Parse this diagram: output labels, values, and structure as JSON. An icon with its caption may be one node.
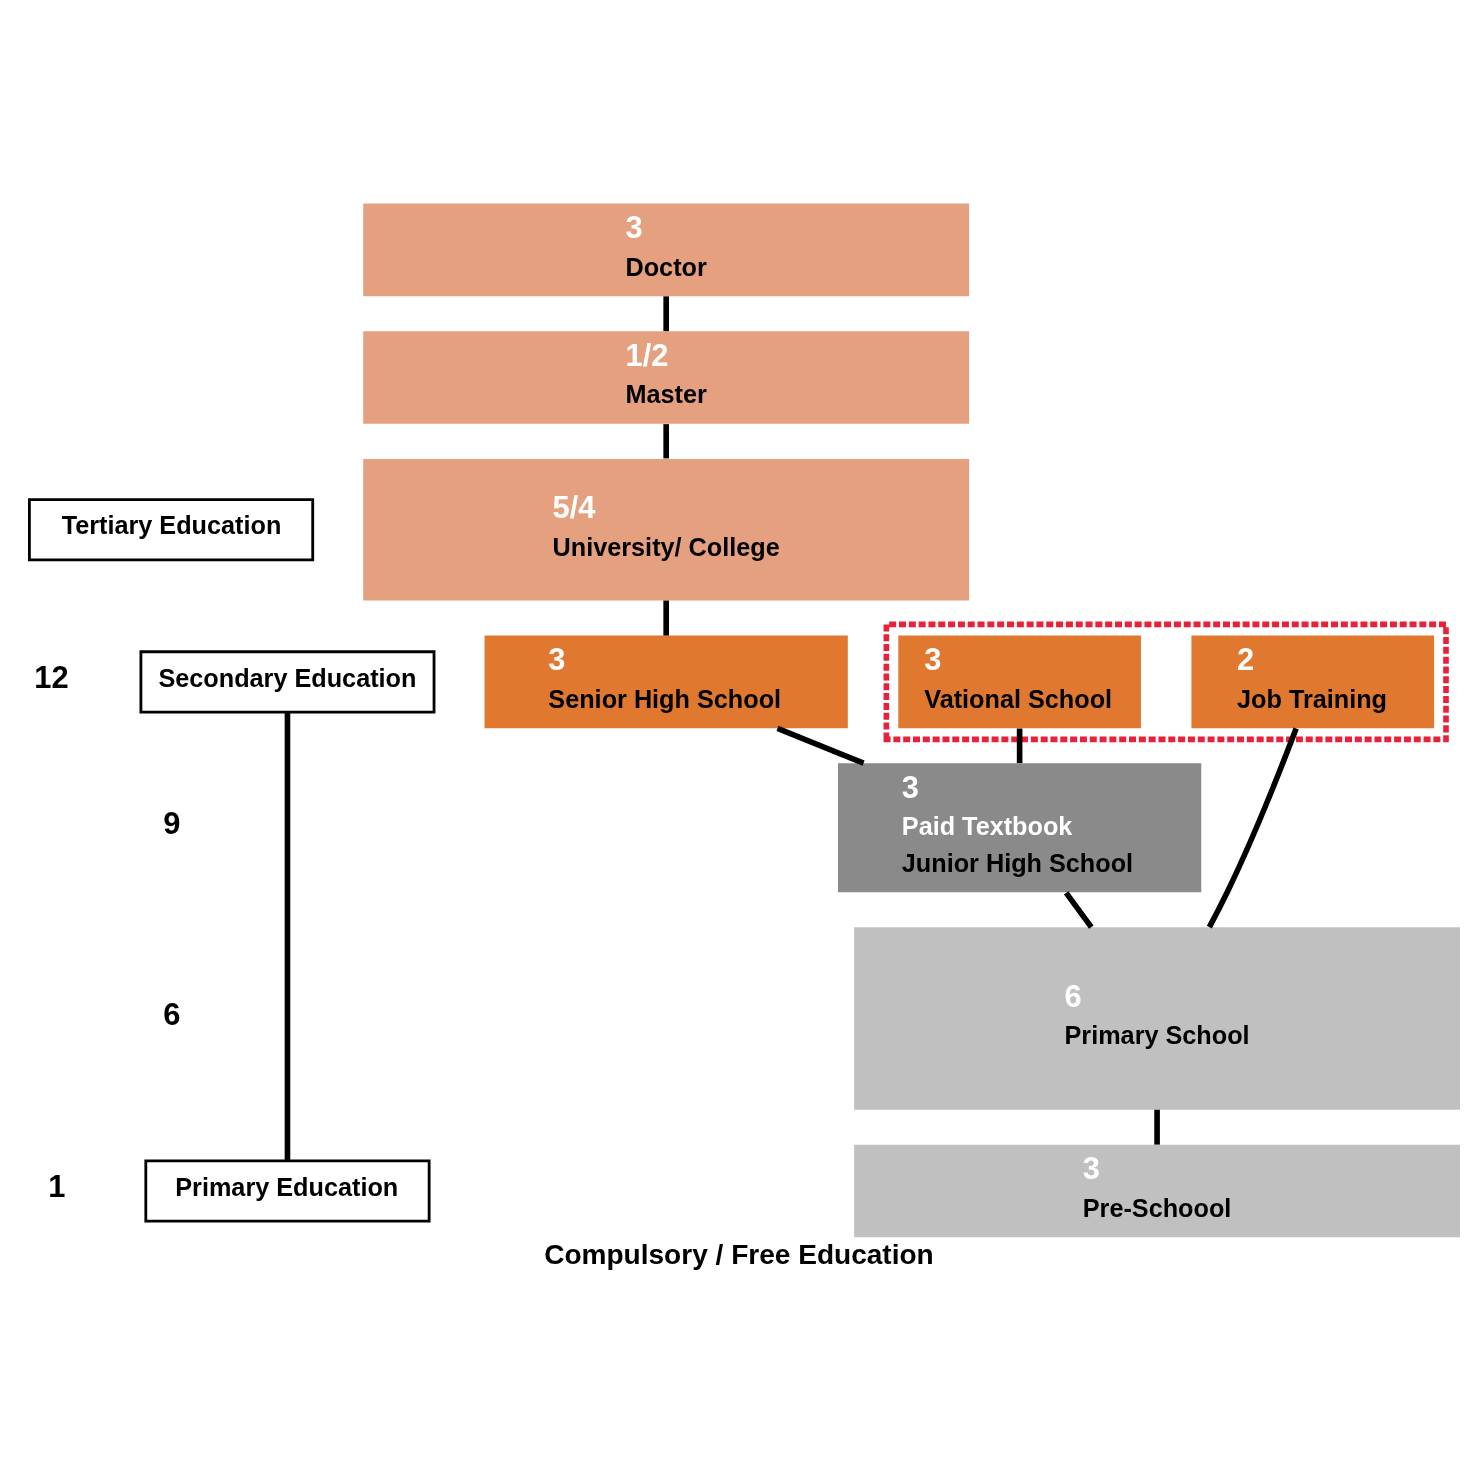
{
  "diagram": {
    "caption": "Compulsory / Free Education",
    "nodes": [
      {
        "text": [
          "3",
          "Doctor"
        ]
      },
      {
        "text": [
          "1/2",
          "Master"
        ]
      },
      {
        "text": [
          "5/4",
          "University/ College"
        ]
      },
      {
        "text": [
          "3",
          "Senior High School"
        ]
      },
      {
        "text": [],
        "shape": "box"
      },
      {
        "text": [
          "3",
          "Vational School"
        ],
        "in": 4
      },
      {
        "text": [
          "2",
          "Job Training"
        ],
        "in": 4
      },
      {
        "text": [
          "3",
          "Paid Textbook",
          "Junior High School"
        ]
      },
      {
        "text": [
          "6",
          "Primary School"
        ]
      },
      {
        "text": [
          "3",
          "Pre-Schoool"
        ]
      },
      {
        "text": [
          "Tertiary Education"
        ]
      },
      {
        "text": [
          "Secondary Education"
        ]
      },
      {
        "text": [
          "Primary Education"
        ]
      }
    ],
    "edges": [
      {
        "from": 0,
        "to": 1,
        "arrow": "none"
      },
      {
        "from": 1,
        "to": 2,
        "arrow": "none"
      },
      {
        "from": 2,
        "to": 3,
        "arrow": "none"
      },
      {
        "from": 3,
        "to": 7,
        "arrow": "none"
      },
      {
        "from": 5,
        "to": 7,
        "arrow": "none"
      },
      {
        "from": 7,
        "to": 8,
        "arrow": "none"
      },
      {
        "from": 6,
        "to": 8,
        "arrow": "none"
      },
      {
        "from": 8,
        "to": 9,
        "arrow": "none"
      },
      {
        "from": 11,
        "to": 12,
        "arrow": "none"
      }
    ],
    "labels": [
      "12",
      "9",
      "6",
      "1"
    ]
  }
}
